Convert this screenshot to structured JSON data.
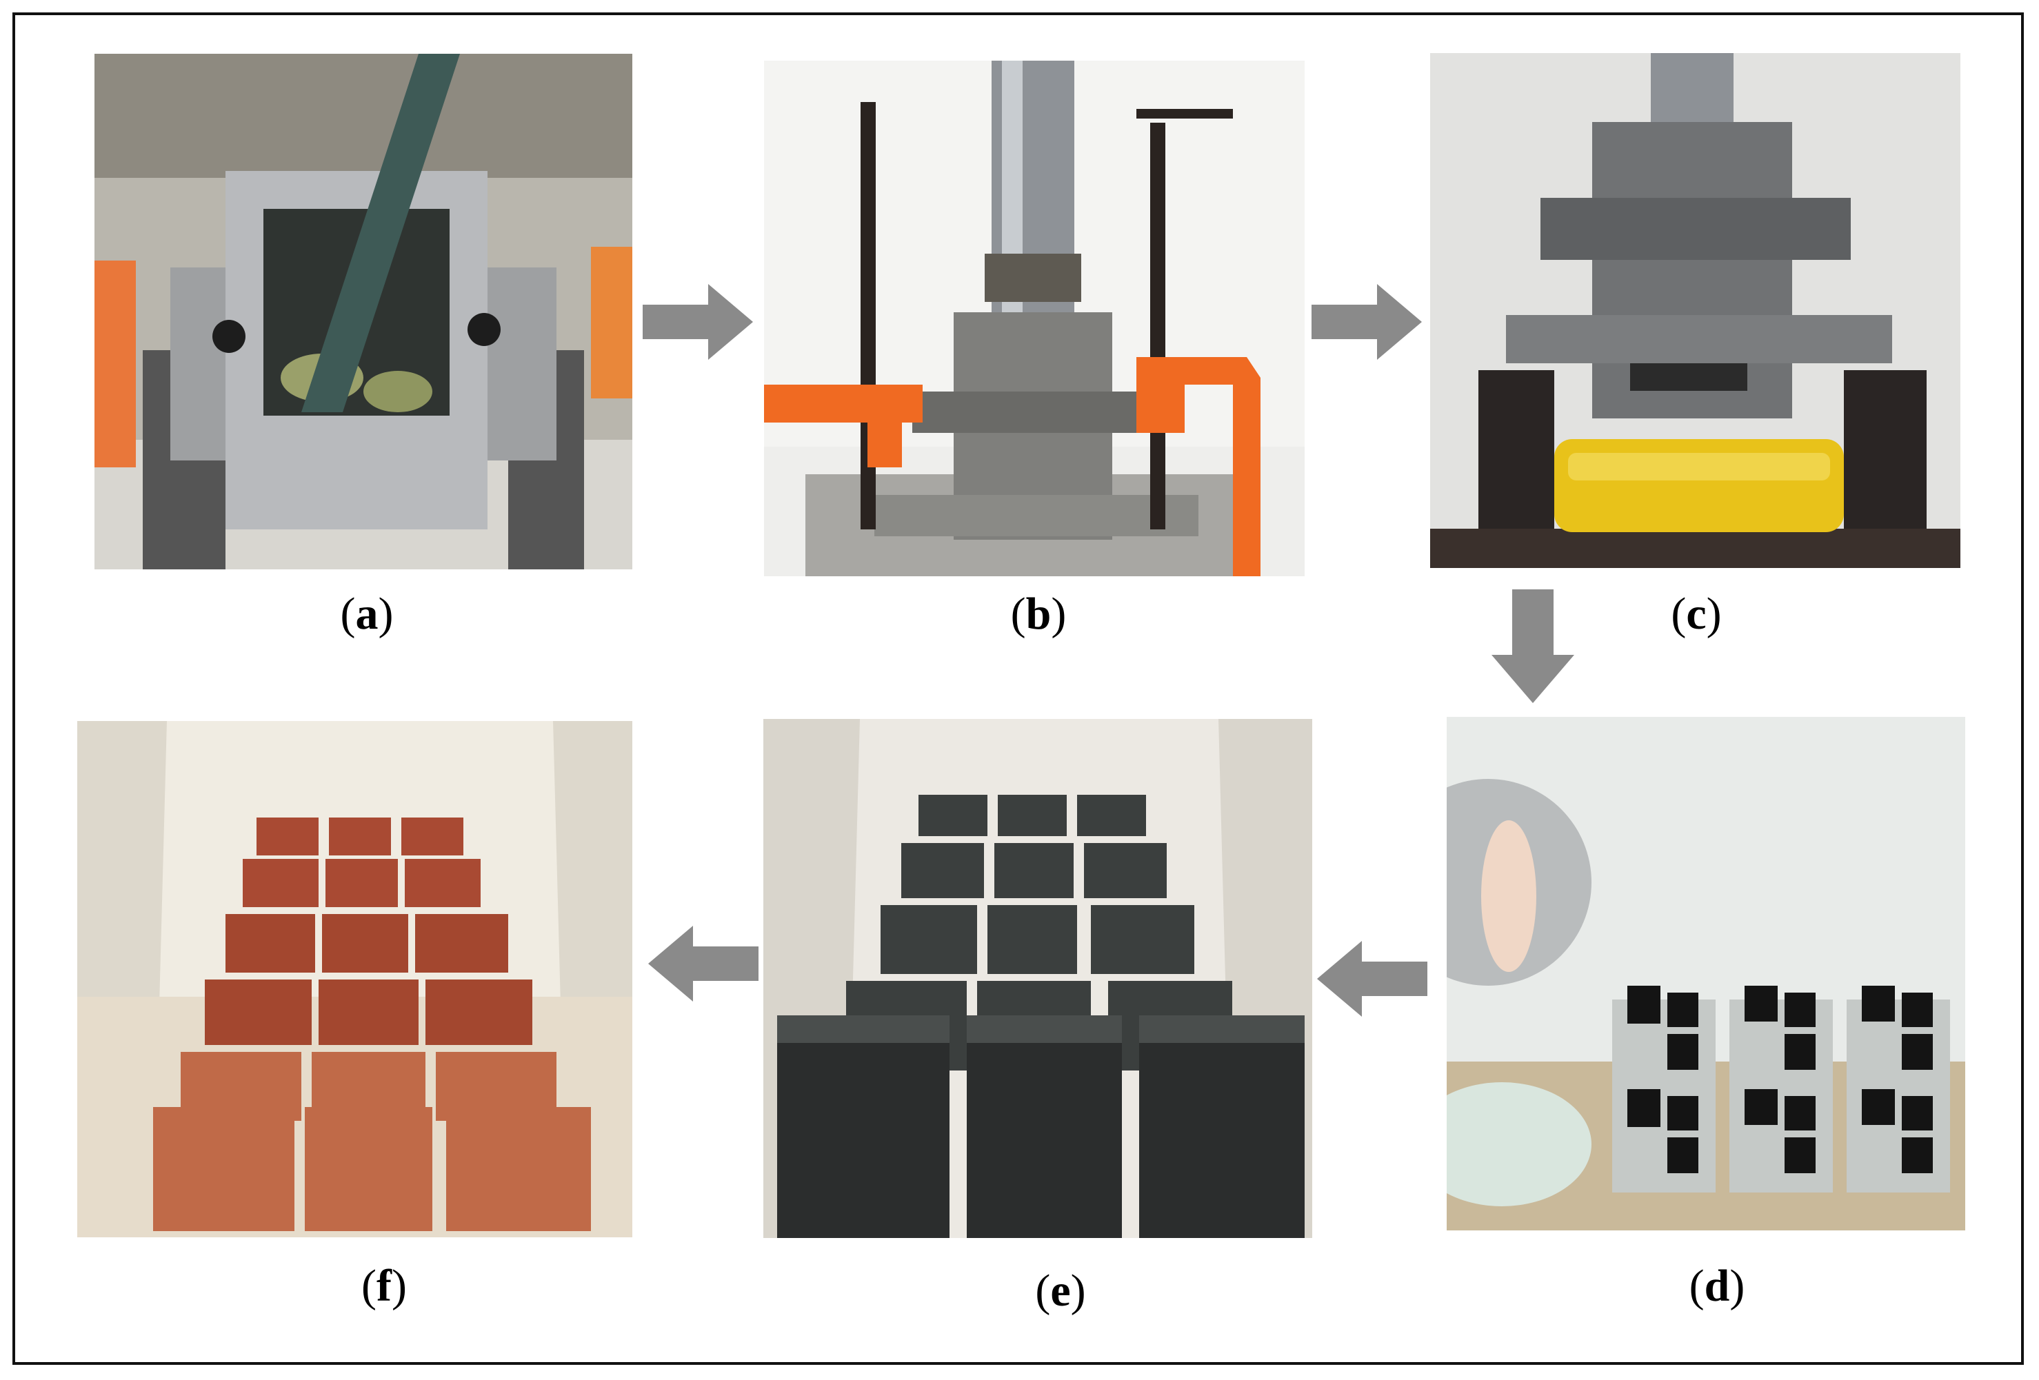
{
  "figure": {
    "panels": [
      {
        "id": "a",
        "label": "a"
      },
      {
        "id": "b",
        "label": "b"
      },
      {
        "id": "c",
        "label": "c"
      },
      {
        "id": "d",
        "label": "d"
      },
      {
        "id": "e",
        "label": "e"
      },
      {
        "id": "f",
        "label": "f"
      }
    ],
    "colors": {
      "arrow": "#8a8a8a",
      "frame": "#111111",
      "clamp_orange": "#f06a22",
      "yellow_block": "#e8c21a",
      "black_block": "#2b2d2d",
      "red_block": "#b4573a"
    }
  }
}
